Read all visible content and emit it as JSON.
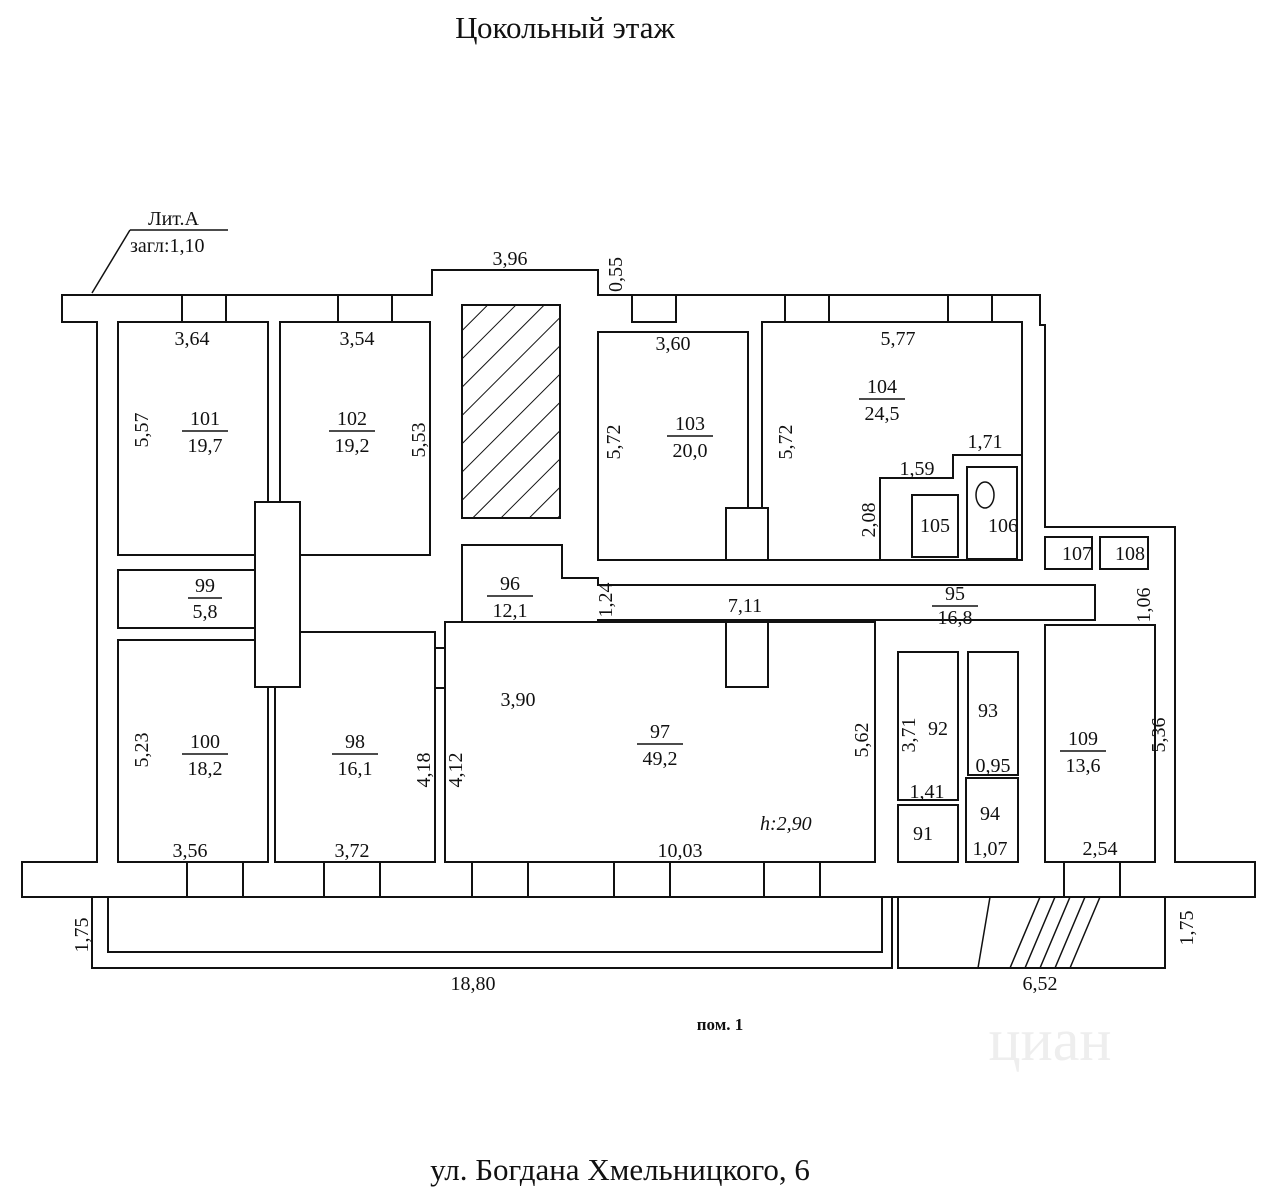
{
  "title": "Цокольный этаж",
  "address": "ул. Богдана Хмельницкого, 6",
  "building_label": {
    "lit": "Лит.А",
    "depth": "загл:1,10"
  },
  "premises_label": "пом. 1",
  "ceiling_height": "h:2,90",
  "watermark": "циан",
  "rooms": [
    {
      "num": "101",
      "area": "19,7"
    },
    {
      "num": "102",
      "area": "19,2"
    },
    {
      "num": "103",
      "area": "20,0"
    },
    {
      "num": "104",
      "area": "24,5"
    },
    {
      "num": "99",
      "area": "5,8"
    },
    {
      "num": "96",
      "area": "12,1"
    },
    {
      "num": "95",
      "area": "16,8"
    },
    {
      "num": "100",
      "area": "18,2"
    },
    {
      "num": "98",
      "area": "16,1"
    },
    {
      "num": "97",
      "area": "49,2"
    },
    {
      "num": "109",
      "area": "13,6"
    }
  ],
  "small_rooms": [
    "105",
    "106",
    "107",
    "108",
    "93",
    "92",
    "94",
    "91"
  ],
  "dimensions": [
    "3,96",
    "0,55",
    "3,64",
    "3,54",
    "3,60",
    "5,77",
    "5,57",
    "5,53",
    "5,72",
    "5,72",
    "1,71",
    "1,59",
    "2,08",
    "1,24",
    "7,11",
    "1,06",
    "3,90",
    "5,23",
    "4,18",
    "4,12",
    "5,62",
    "3,71",
    "0,95",
    "5,36",
    "1,41",
    "1,07",
    "3,56",
    "3,72",
    "10,03",
    "2,54",
    "1,75",
    "1,75",
    "18,80",
    "6,52"
  ]
}
